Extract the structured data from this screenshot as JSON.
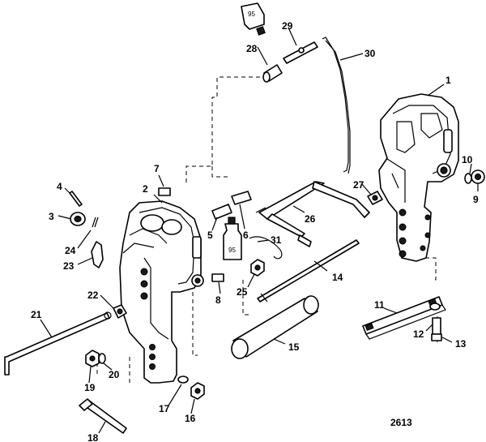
{
  "figure_number": "2613",
  "tube_label": "95",
  "callouts": [
    {
      "id": "c1",
      "text": "1"
    },
    {
      "id": "c2",
      "text": "2"
    },
    {
      "id": "c3",
      "text": "3"
    },
    {
      "id": "c4",
      "text": "4"
    },
    {
      "id": "c5",
      "text": "5"
    },
    {
      "id": "c6",
      "text": "6"
    },
    {
      "id": "c7",
      "text": "7"
    },
    {
      "id": "c8",
      "text": "8"
    },
    {
      "id": "c9",
      "text": "9"
    },
    {
      "id": "c10",
      "text": "10"
    },
    {
      "id": "c11",
      "text": "11"
    },
    {
      "id": "c12",
      "text": "12"
    },
    {
      "id": "c13",
      "text": "13"
    },
    {
      "id": "c14",
      "text": "14"
    },
    {
      "id": "c15",
      "text": "15"
    },
    {
      "id": "c16",
      "text": "16"
    },
    {
      "id": "c17",
      "text": "17"
    },
    {
      "id": "c18",
      "text": "18"
    },
    {
      "id": "c19",
      "text": "19"
    },
    {
      "id": "c20",
      "text": "20"
    },
    {
      "id": "c21",
      "text": "21"
    },
    {
      "id": "c22",
      "text": "22"
    },
    {
      "id": "c23",
      "text": "23"
    },
    {
      "id": "c24",
      "text": "24"
    },
    {
      "id": "c25",
      "text": "25"
    },
    {
      "id": "c26",
      "text": "26"
    },
    {
      "id": "c27",
      "text": "27"
    },
    {
      "id": "c28",
      "text": "28"
    },
    {
      "id": "c29",
      "text": "29"
    },
    {
      "id": "c30",
      "text": "30"
    },
    {
      "id": "c31",
      "text": "31"
    }
  ]
}
